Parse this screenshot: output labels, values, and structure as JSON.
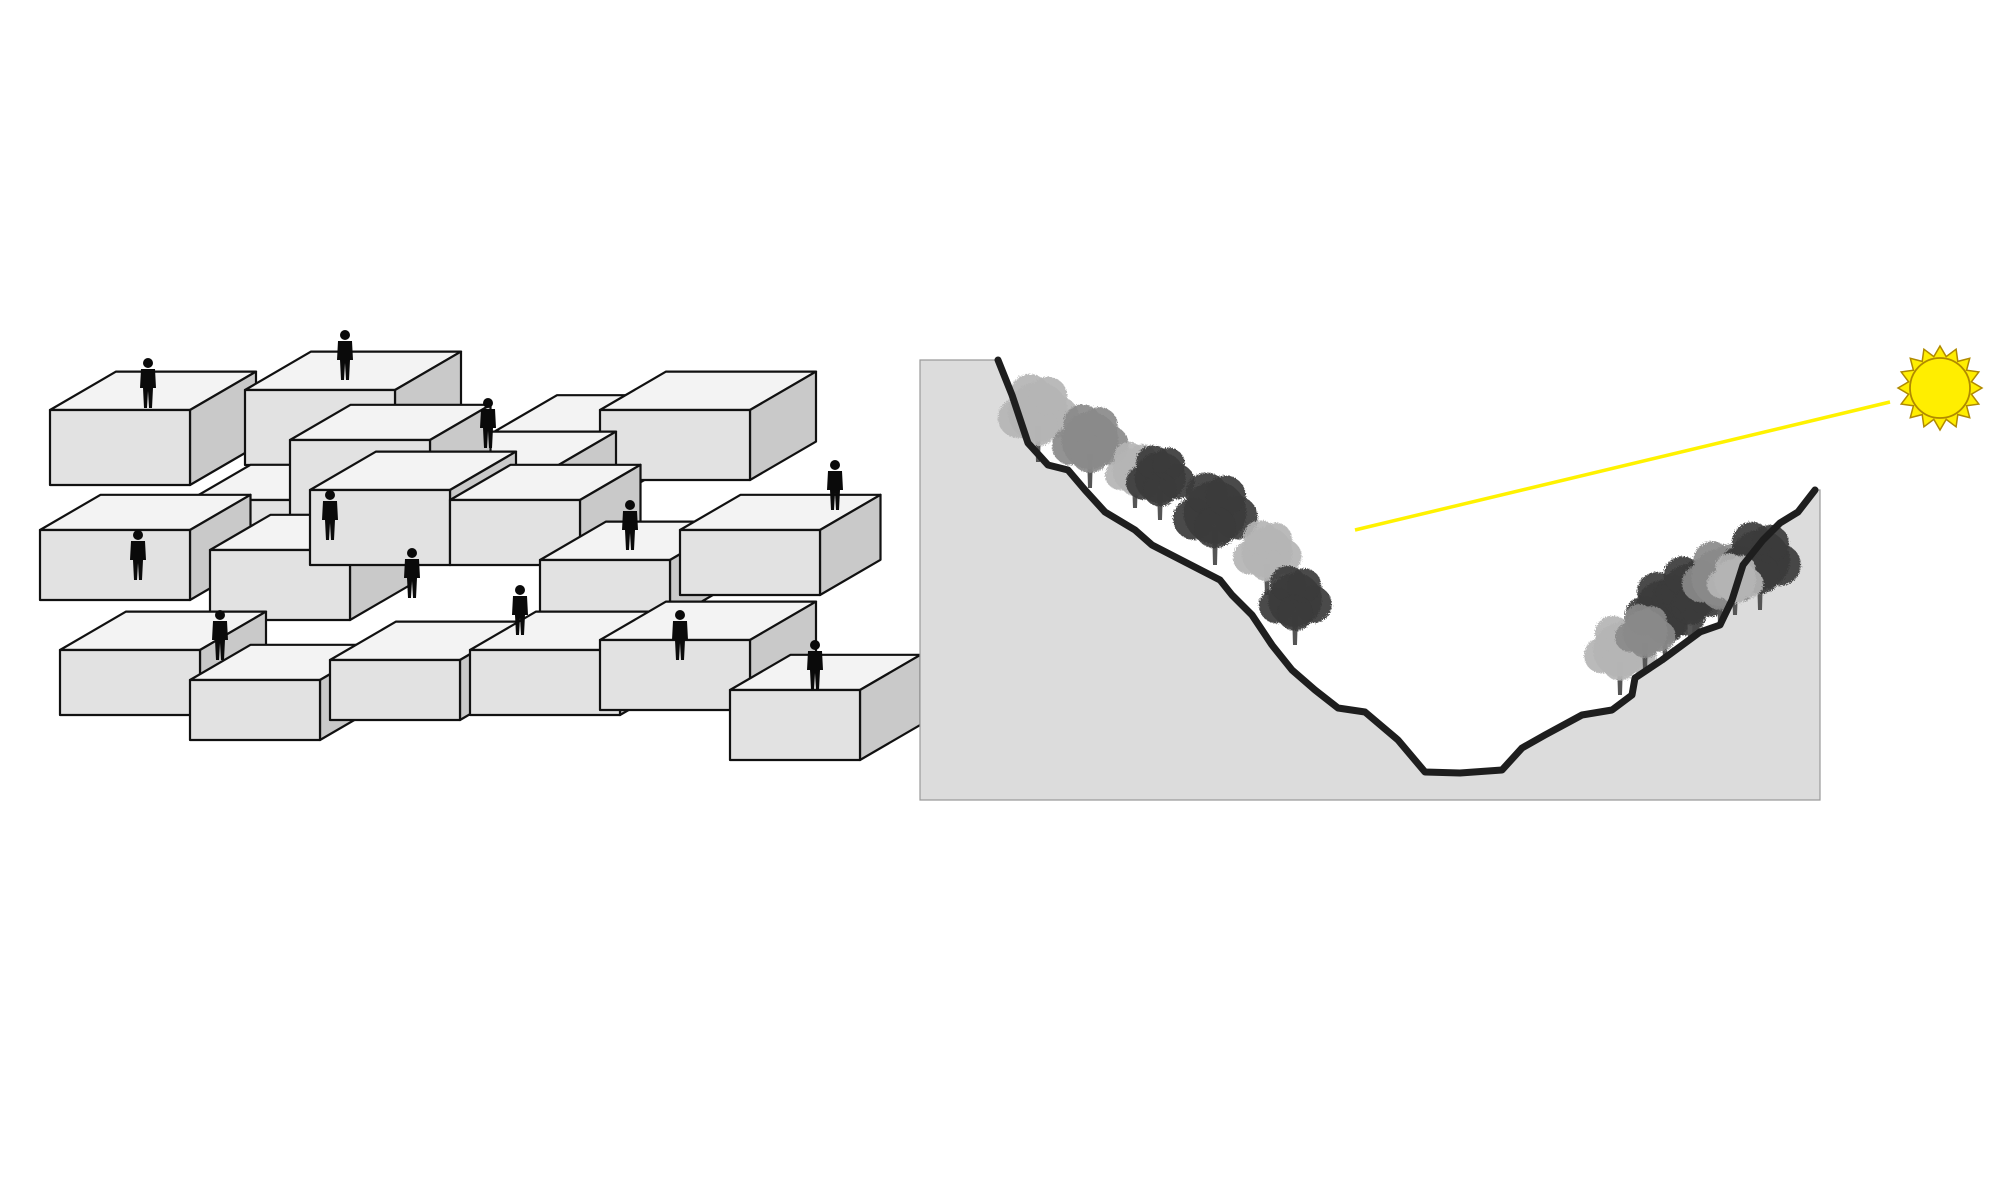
{
  "figure": {
    "panels": [
      "stacked-blocks-axonometric",
      "valley-section"
    ]
  },
  "colors": {
    "background": "#ffffff",
    "block_top": "#f3f3f3",
    "block_front": "#e2e2e2",
    "block_side": "#c9c9c9",
    "outline": "#111111",
    "person": "#0a0a0a",
    "ground_fill": "#dcdcdc",
    "terrain_line": "#1e1e1e",
    "sun_fill": "#ffee00",
    "sun_ray": "#fff200",
    "tree_light": "#b5b5b5",
    "tree_mid": "#8a8a8a",
    "tree_dark": "#3a3a3a"
  },
  "blocks_panel": {
    "block_count": 20,
    "person_count": 12
  },
  "section_panel": {
    "tree_count": 14,
    "has_sun": true,
    "has_sun_ray": true
  }
}
